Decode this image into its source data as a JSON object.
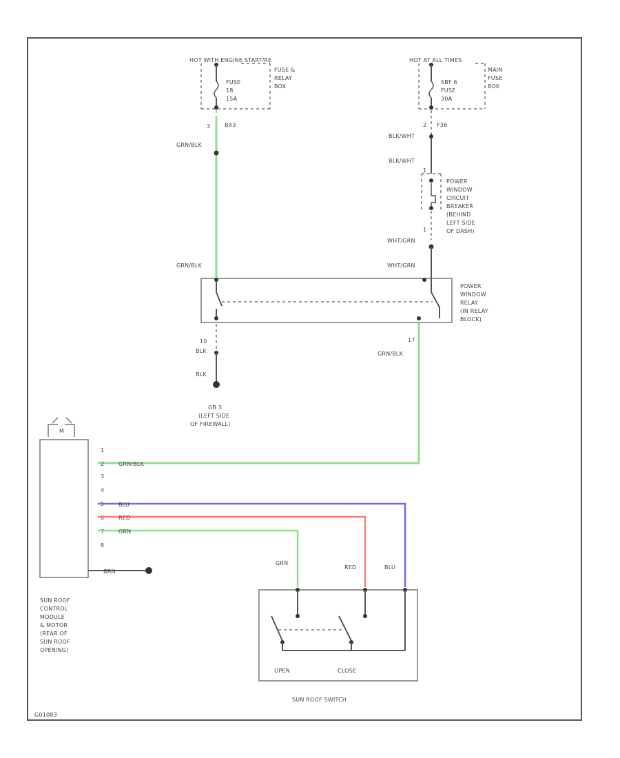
{
  "colors": {
    "green_wire": "#8ee08e",
    "blue_wire": "#6a6aff",
    "red_wire": "#ff7a7a",
    "frame": "#555555"
  },
  "fuse_block_left": {
    "supply": "HOT WITH ENGINE START/RE",
    "fuse": [
      "FUSE",
      "18",
      "15A"
    ],
    "box": [
      "FUSE &",
      "RELAY",
      "BOX"
    ],
    "conn_pin": "3",
    "conn_id": "BX3"
  },
  "fuse_block_right": {
    "supply": "HOT AT ALL TIMES",
    "fuse": [
      "SBF 6",
      "FUSE",
      "30A"
    ],
    "box": [
      "MAIN",
      "FUSE",
      "BOX"
    ],
    "conn_pin": "2",
    "conn_id": "F36"
  },
  "circuit_breaker": [
    "POWER",
    "WINDOW",
    "CIRCUIT",
    "BREAKER",
    "(BEHIND",
    "LEFT SIDE",
    "OF DASH)"
  ],
  "relay": [
    "POWER",
    "WINDOW",
    "RELAY",
    "(IN RELAY",
    "BLOCK)"
  ],
  "ground": {
    "pin": "10",
    "label": [
      "GB 3",
      "(LEFT SIDE",
      "OF FIREWALL)"
    ]
  },
  "relay_out_pin": "17",
  "wire_labels": {
    "grn_blk_1": "GRN/BLK",
    "grn_blk_2": "GRN/BLK",
    "grn_blk_3": "GRN/BLK",
    "blk_wht_1": "BLK/WHT",
    "blk_wht_2": "BLK/WHT",
    "wht_grn_1": "WHT/GRN",
    "wht_grn_2": "WHT/GRN",
    "blk_1": "BLK",
    "blk_2": "BLK",
    "module_grn_blk": "GRN/BLK",
    "module_blu": "BLU",
    "module_red": "RED",
    "module_grn": "GRN",
    "module_gnd": "BRN",
    "switch_grn": "GRN",
    "switch_red": "RED",
    "switch_blu": "BLU"
  },
  "cb_pin_top": "1",
  "cb_pin_bottom": "1",
  "module_pins": [
    "1",
    "2",
    "3",
    "4",
    "5",
    "6",
    "7",
    "8"
  ],
  "module": {
    "motor": "M",
    "label": [
      "SUN ROOF",
      "CONTROL",
      "MODULE",
      "& MOTOR",
      "(REAR OF",
      "SUN ROOF",
      "OPENING)"
    ]
  },
  "switch": {
    "open": "OPEN",
    "close": "CLOSE",
    "label": "SUN ROOF SWITCH"
  },
  "footer_code": "G01083"
}
